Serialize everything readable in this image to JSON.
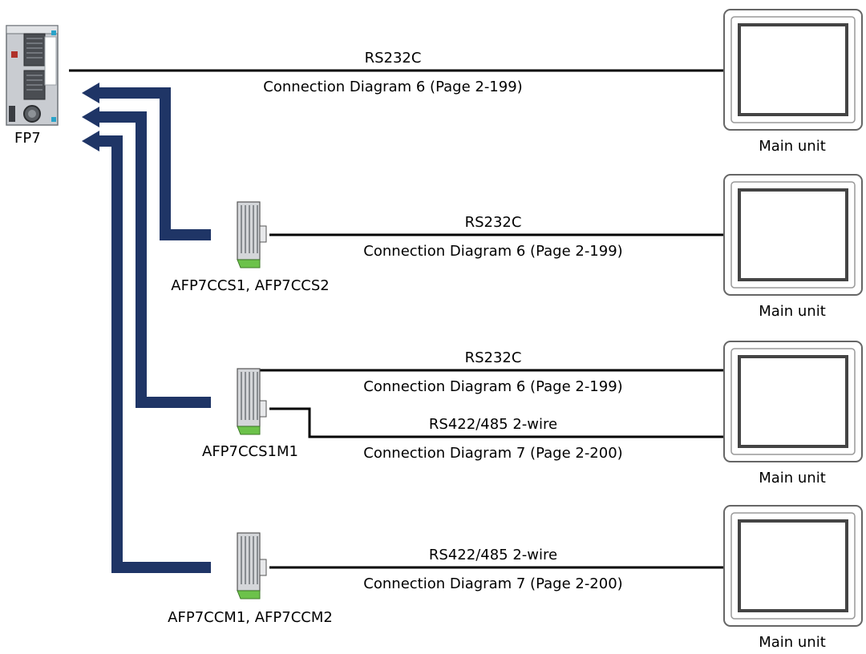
{
  "plc": {
    "label": "FP7"
  },
  "links": [
    {
      "protocol": "RS232C",
      "diagram": "Connection Diagram 6 (Page 2-199)"
    },
    {
      "protocol": "RS232C",
      "diagram": "Connection Diagram 6 (Page 2-199)"
    },
    {
      "protocol": "RS232C",
      "diagram": "Connection Diagram 6 (Page 2-199)"
    },
    {
      "protocol": "RS422/485 2-wire",
      "diagram": "Connection Diagram 7 (Page 2-200)"
    },
    {
      "protocol": "RS422/485 2-wire",
      "diagram": "Connection Diagram 7 (Page 2-200)"
    }
  ],
  "cassettes": [
    {
      "label": "AFP7CCS1, AFP7CCS2"
    },
    {
      "label": "AFP7CCS1M1"
    },
    {
      "label": "AFP7CCM1, AFP7CCM2"
    }
  ],
  "main_units": [
    {
      "label": "Main unit"
    },
    {
      "label": "Main unit"
    },
    {
      "label": "Main unit"
    },
    {
      "label": "Main unit"
    }
  ],
  "colors": {
    "arrow": "#1f3566",
    "line": "#000000",
    "cassette_tip": "#6cc24a"
  }
}
